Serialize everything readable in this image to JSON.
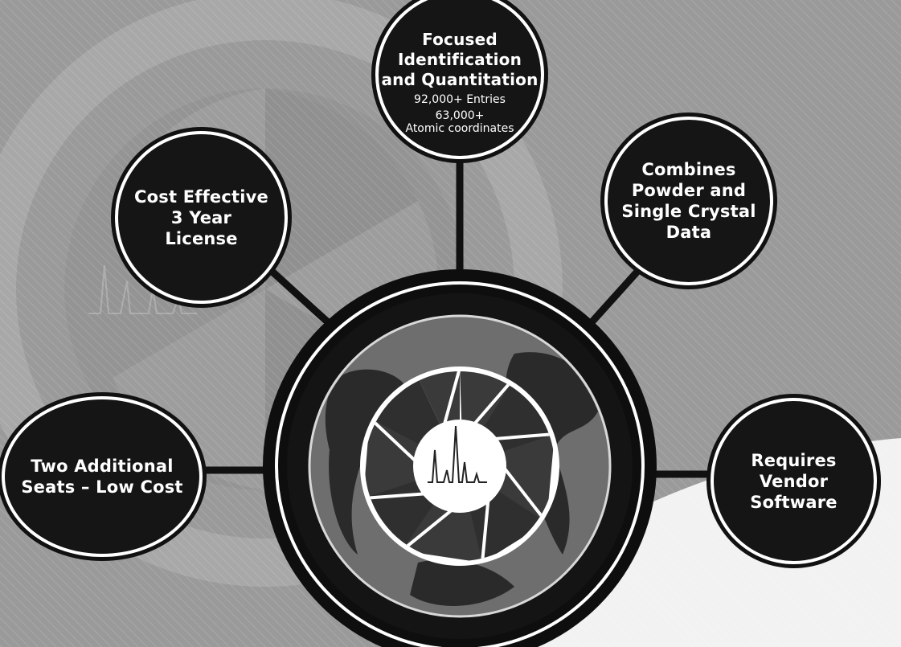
{
  "colors": {
    "background": "#9a9a9a",
    "node_fill": "#151515",
    "node_ring": "#ffffff",
    "connector": "#111111",
    "hub_outer": "#111111",
    "hub_ring": "#6e6e6e",
    "swoosh": "#f2f2f2"
  },
  "hub": {
    "icon": "aperture-globe-icon",
    "pattern_icon": "diffraction-pattern-icon"
  },
  "nodes": {
    "top": {
      "title": "Focused\nIdentification\nand Quantitation",
      "entries": "92,000+ Entries",
      "coordinates": "63,000+\nAtomic coordinates"
    },
    "cost": {
      "title": "Cost Effective\n3 Year\nLicense"
    },
    "combine": {
      "title": "Combines\nPowder and\nSingle Crystal\nData"
    },
    "seats": {
      "title": "Two Additional\nSeats – Low Cost"
    },
    "vendor": {
      "title": "Requires\nVendor\nSoftware"
    }
  }
}
